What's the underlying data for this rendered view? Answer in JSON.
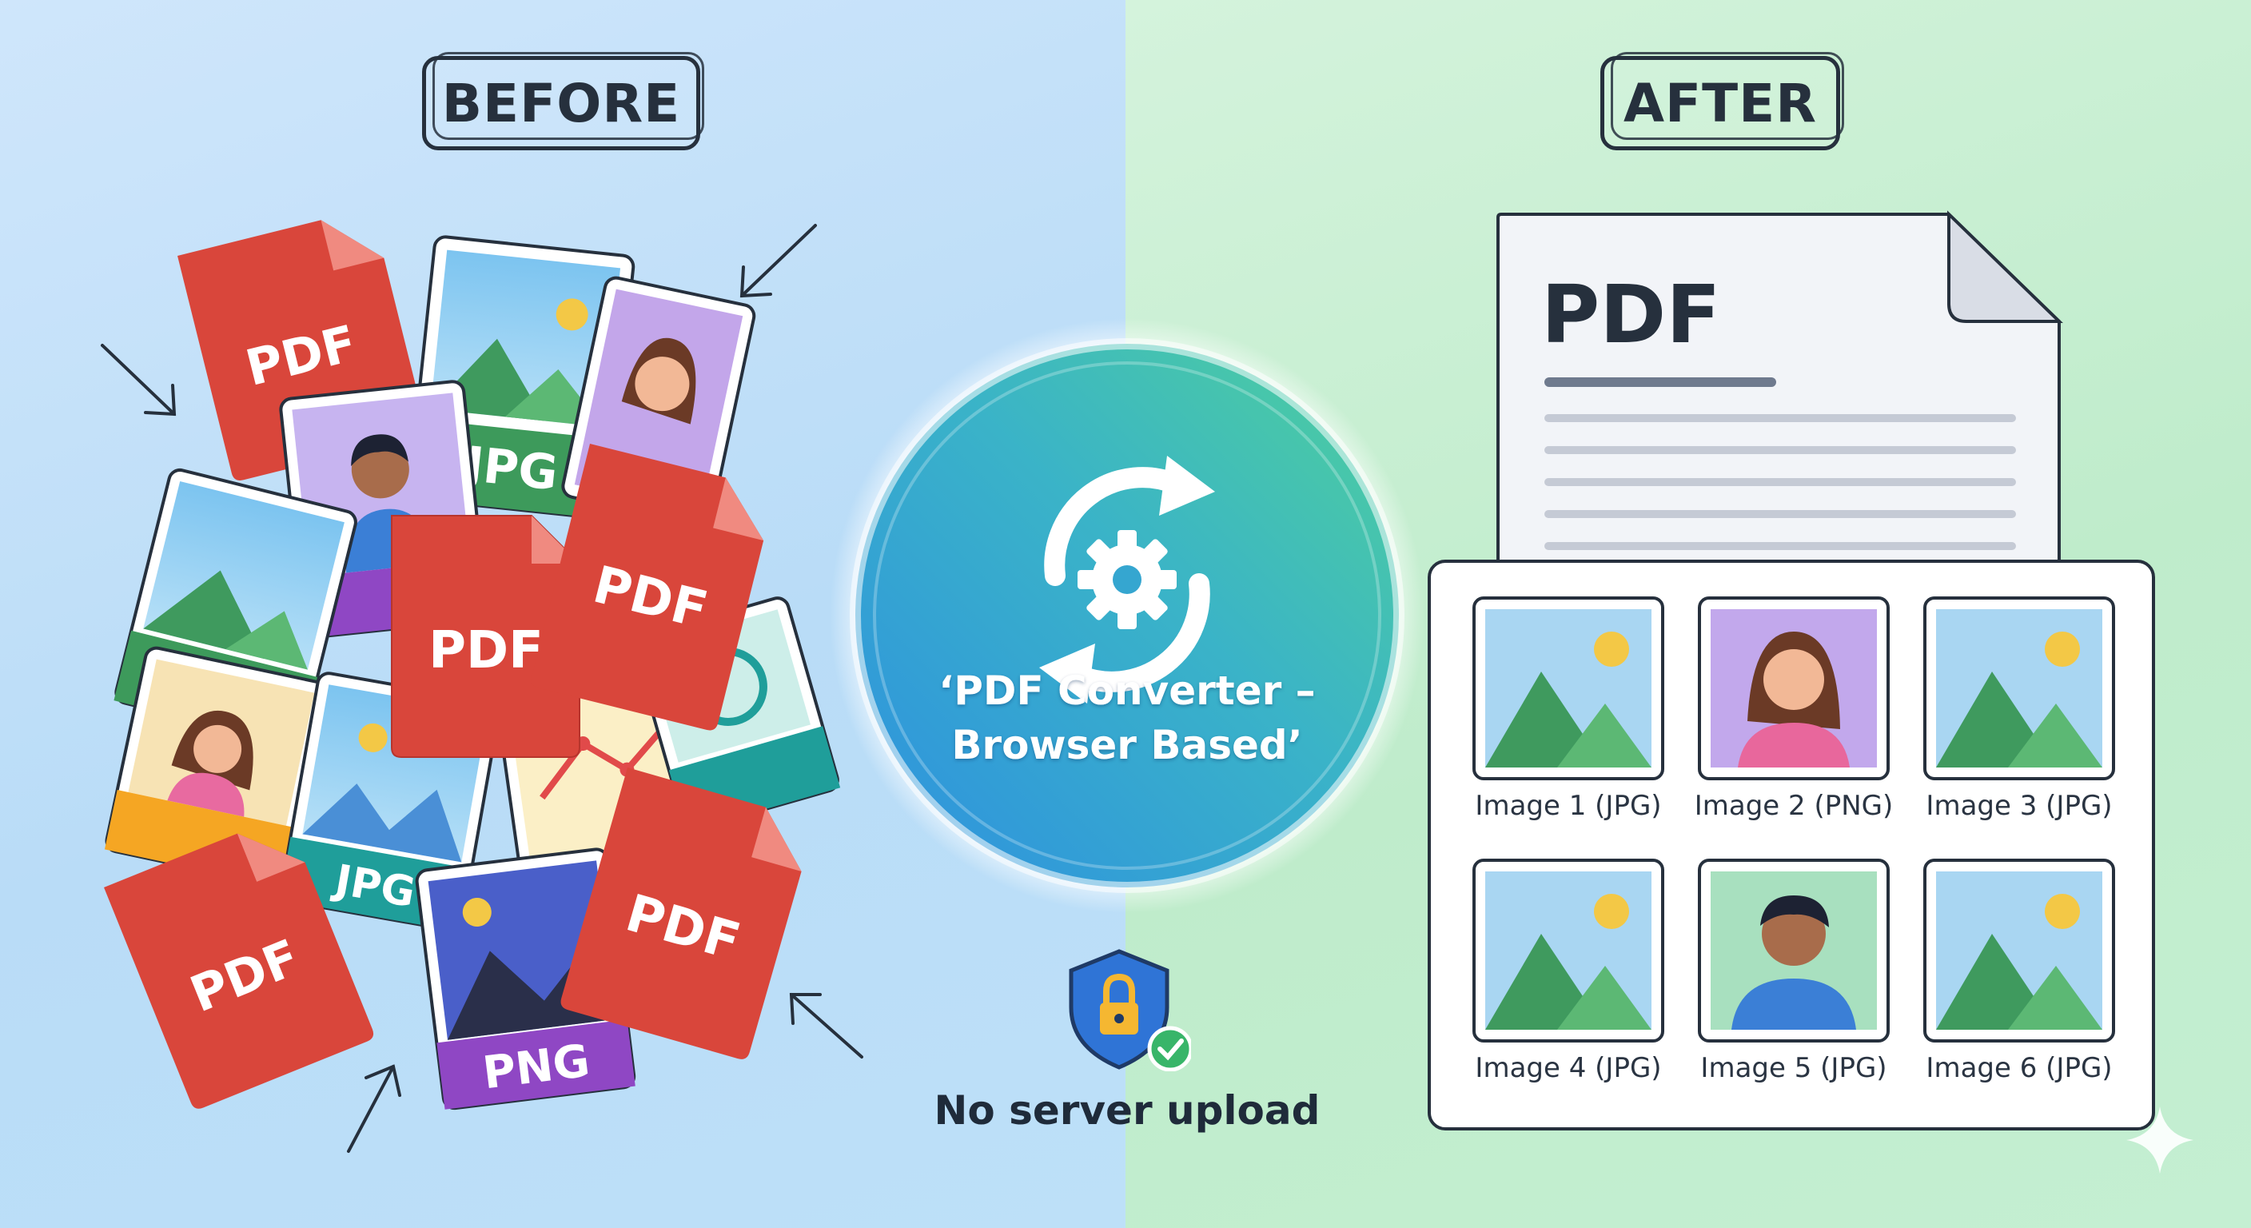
{
  "header": {
    "before": "BEFORE",
    "after": "AFTER"
  },
  "badge": {
    "line1": "‘PDF Converter –",
    "line2": "Browser Based’"
  },
  "security": {
    "label": "No server upload"
  },
  "document": {
    "title": "PDF"
  },
  "scattered_files": [
    {
      "type": "PDF",
      "label": "PDF"
    },
    {
      "type": "JPG",
      "label": "JPG"
    },
    {
      "type": "PNG",
      "label": "PNG"
    }
  ],
  "thumbnails": [
    {
      "label": "Image 1 (JPG)",
      "kind": "landscape"
    },
    {
      "label": "Image 2 (PNG)",
      "kind": "woman"
    },
    {
      "label": "Image 3 (JPG)",
      "kind": "landscape"
    },
    {
      "label": "Image 4 (JPG)",
      "kind": "landscape"
    },
    {
      "label": "Image 5 (JPG)",
      "kind": "man"
    },
    {
      "label": "Image 6 (JPG)",
      "kind": "landscape"
    }
  ],
  "colors": {
    "pdf_red": "#d9463b",
    "jpg_green": "#3d9a5b",
    "png_purple": "#8f47c4",
    "teal": "#1f9e9a",
    "badge_blue": "#2d8fe0",
    "badge_green": "#4fd19a",
    "ink": "#26303d"
  },
  "icons": {
    "converter": "gear-with-refresh-arrows-icon",
    "security": "shield-lock-check-icon"
  }
}
